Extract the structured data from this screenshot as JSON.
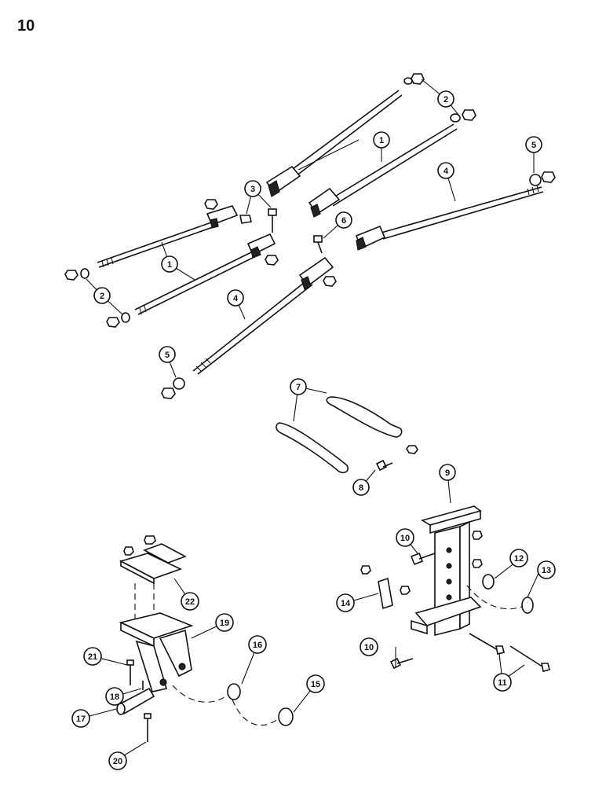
{
  "page_number": "10",
  "callouts": [
    {
      "id": "c1a",
      "label": "1"
    },
    {
      "id": "c1b",
      "label": "1"
    },
    {
      "id": "c2a",
      "label": "2"
    },
    {
      "id": "c2b",
      "label": "2"
    },
    {
      "id": "c3",
      "label": "3"
    },
    {
      "id": "c4a",
      "label": "4"
    },
    {
      "id": "c4b",
      "label": "4"
    },
    {
      "id": "c5a",
      "label": "5"
    },
    {
      "id": "c5b",
      "label": "5"
    },
    {
      "id": "c6",
      "label": "6"
    },
    {
      "id": "c7",
      "label": "7"
    },
    {
      "id": "c8",
      "label": "8"
    },
    {
      "id": "c9",
      "label": "9"
    },
    {
      "id": "c10a",
      "label": "10"
    },
    {
      "id": "c10b",
      "label": "10"
    },
    {
      "id": "c11",
      "label": "11"
    },
    {
      "id": "c12",
      "label": "12"
    },
    {
      "id": "c13",
      "label": "13"
    },
    {
      "id": "c14",
      "label": "14"
    },
    {
      "id": "c15",
      "label": "15"
    },
    {
      "id": "c16",
      "label": "16"
    },
    {
      "id": "c17",
      "label": "17"
    },
    {
      "id": "c18",
      "label": "18"
    },
    {
      "id": "c19",
      "label": "19"
    },
    {
      "id": "c20",
      "label": "20"
    },
    {
      "id": "c21",
      "label": "21"
    },
    {
      "id": "c22",
      "label": "22"
    }
  ]
}
